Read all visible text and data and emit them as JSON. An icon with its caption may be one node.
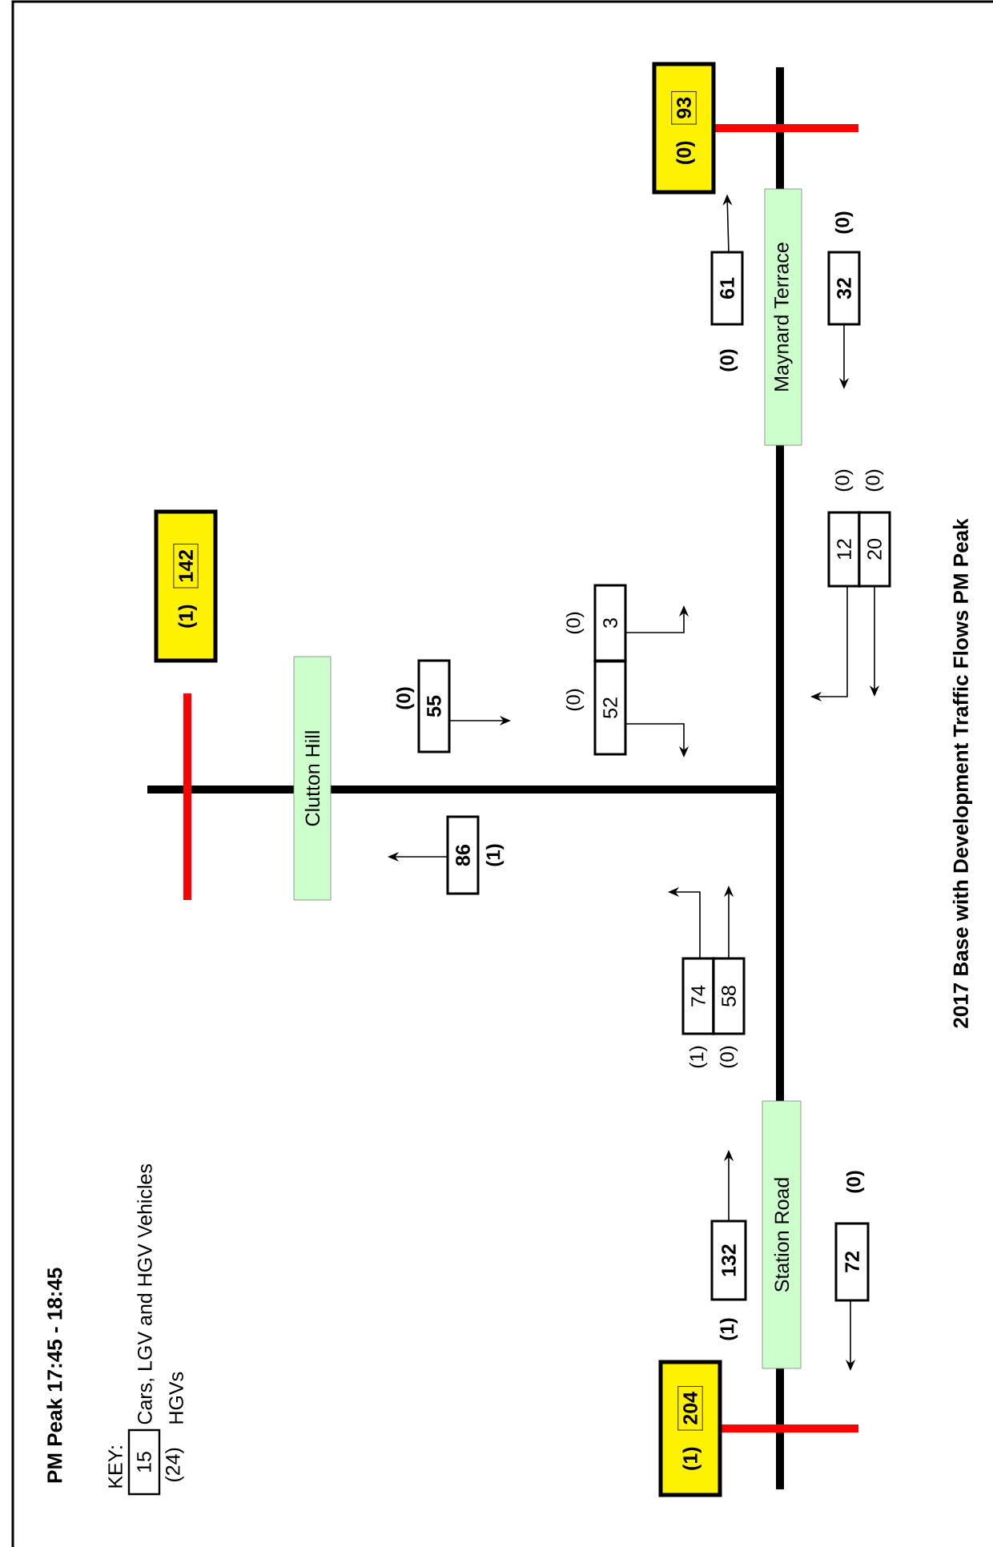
{
  "diagram": {
    "title": "PM Peak 17:45 - 18:45",
    "caption": "2017 Base with Development Traffic Flows PM Peak",
    "nodes": [
      {
        "text": [
          "Maynard Terrace"
        ]
      },
      {
        "text": [
          "(0)",
          "93"
        ]
      },
      {
        "text": [
          "61"
        ],
        "beside": [
          "(0)"
        ]
      },
      {
        "text": [
          "32"
        ],
        "beside": [
          "(0)"
        ]
      },
      {
        "text": [
          "(1)",
          "142"
        ]
      },
      {
        "text": [
          "Clutton Hill"
        ]
      },
      {
        "text": [
          "55"
        ],
        "beside": [
          "(0)"
        ]
      },
      {
        "text": [
          "3"
        ],
        "beside": [
          "(0)"
        ]
      },
      {
        "text": [
          "52"
        ],
        "beside": [
          "(0)"
        ]
      },
      {
        "text": [
          "12"
        ],
        "beside": [
          "(0)"
        ]
      },
      {
        "text": [
          "20"
        ],
        "beside": [
          "(0)"
        ]
      },
      {
        "text": [
          "86"
        ],
        "beside": [
          "(1)"
        ]
      },
      {
        "text": [
          "74"
        ],
        "beside": [
          "(1)"
        ]
      },
      {
        "text": [
          "58"
        ],
        "beside": [
          "(0)"
        ]
      },
      {
        "text": [
          "Station Road"
        ]
      },
      {
        "text": [
          "132"
        ],
        "beside": [
          "(1)"
        ]
      },
      {
        "text": [
          "72"
        ],
        "beside": [
          "(0)"
        ]
      },
      {
        "text": [
          "(1)",
          "204"
        ]
      }
    ],
    "edges": [
      {
        "from": 2,
        "to": 1,
        "arrow": "to"
      },
      {
        "from": 3,
        "to": null,
        "arrow": "to"
      },
      {
        "from": 6,
        "to": null,
        "arrow": "to"
      },
      {
        "from": 7,
        "to": null,
        "arrow": "to"
      },
      {
        "from": 8,
        "to": null,
        "arrow": "to"
      },
      {
        "from": 9,
        "to": null,
        "arrow": "to"
      },
      {
        "from": 10,
        "to": null,
        "arrow": "to"
      },
      {
        "from": 11,
        "to": null,
        "arrow": "to"
      },
      {
        "from": 12,
        "to": null,
        "arrow": "to"
      },
      {
        "from": 13,
        "to": null,
        "arrow": "to"
      },
      {
        "from": 15,
        "to": null,
        "arrow": "to"
      },
      {
        "from": 16,
        "to": null,
        "arrow": "to"
      }
    ],
    "labels": [
      "KEY:",
      "15",
      "Cars, LGV and HGV Vehicles",
      "(24)",
      "HGVs"
    ]
  }
}
